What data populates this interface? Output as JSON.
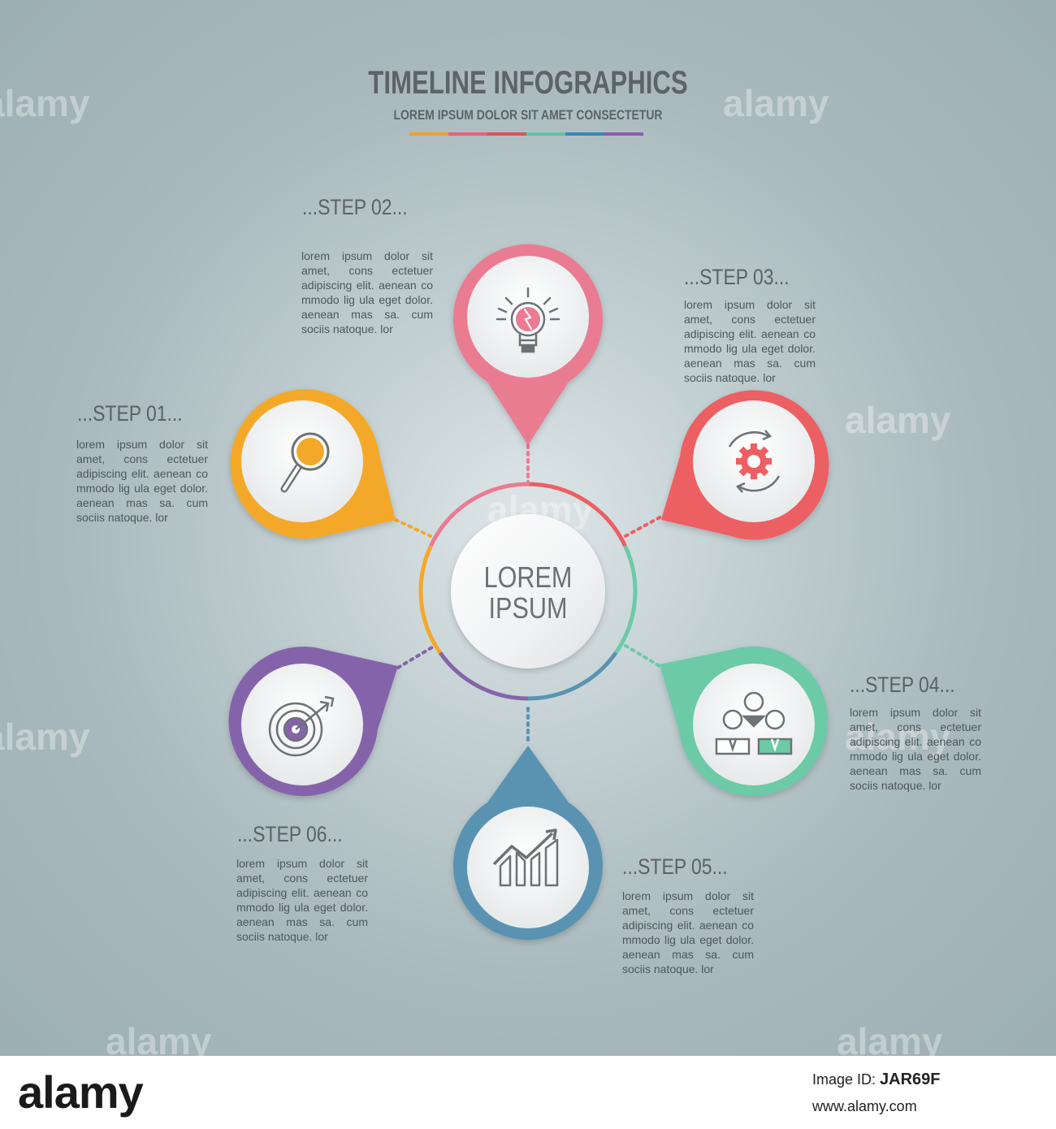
{
  "header": {
    "title": "TIMELINE INFOGRAPHICS",
    "subtitle": "LOREM IPSUM DOLOR SIT AMET CONSECTETUR",
    "bar_colors": [
      "#f0a030",
      "#e8607a",
      "#e04f5a",
      "#5cc4a4",
      "#3b88b8",
      "#8a5fb0"
    ]
  },
  "center": {
    "line1": "LOREM",
    "line2": "IPSUM"
  },
  "steps": [
    {
      "head": "...STEP 01...",
      "text": "lorem ipsum dolor sit amet, cons ectetuer adipiscing elit. aenean co mmodo lig ula eget dolor. aenean mas sa. cum sociis natoque. lor",
      "color": "#f4a82a",
      "icon": "magnifier-icon"
    },
    {
      "head": "...STEP 02...",
      "text": "lorem ipsum dolor sit amet, cons ectetuer adipiscing elit. aenean co mmodo lig ula eget dolor. aenean mas sa. cum sociis natoque. lor",
      "color": "#ea7b92",
      "icon": "lightbulb-icon"
    },
    {
      "head": "...STEP 03...",
      "text": "lorem ipsum dolor sit amet, cons ectetuer adipiscing elit. aenean co mmodo lig ula eget dolor. aenean mas sa. cum sociis natoque. lor",
      "color": "#ec5f63",
      "icon": "gear-cycle-icon"
    },
    {
      "head": "...STEP 04...",
      "text": "lorem ipsum dolor sit amet, cons ectetuer adipiscing elit. aenean co mmodo lig ula eget dolor. aenean mas sa. cum sociis natoque. lor",
      "color": "#6ccaa6",
      "icon": "team-icon"
    },
    {
      "head": "...STEP 05...",
      "text": "lorem ipsum dolor sit amet, cons ectetuer adipiscing elit. aenean co mmodo lig ula eget dolor. aenean mas sa. cum sociis natoque. lor",
      "color": "#5a93b2",
      "icon": "growth-chart-icon"
    },
    {
      "head": "...STEP 06...",
      "text": "lorem ipsum dolor sit amet, cons ectetuer adipiscing elit. aenean co mmodo lig ula eget dolor. aenean mas sa. cum sociis natoque. lor",
      "color": "#8564aa",
      "icon": "target-icon"
    }
  ],
  "watermark": {
    "text": "alamy",
    "small": "a"
  },
  "footer": {
    "logo": "alamy",
    "image_id_label": "Image ID:",
    "image_id": "JAR69F",
    "url": "www.alamy.com"
  }
}
